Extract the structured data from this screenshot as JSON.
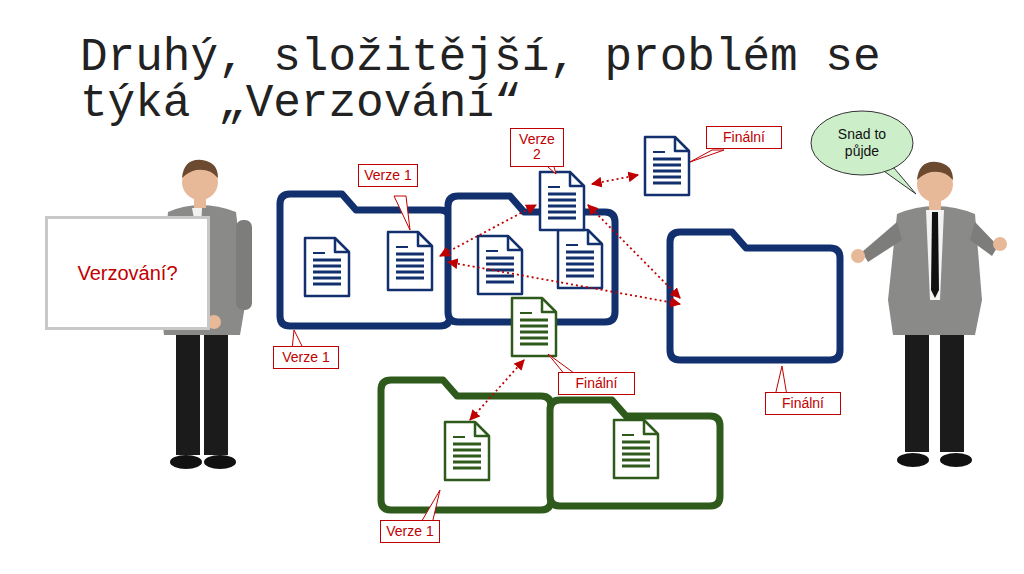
{
  "diagram": {
    "title": "Druhý, složitější, problém se týká „Verzování“",
    "nodes": [
      {
        "text": [
          "Verzování?"
        ]
      },
      {
        "text": [
          "Verze 2"
        ]
      },
      {
        "text": [
          "Finální"
        ]
      },
      {
        "text": [
          "Snad to půjde"
        ]
      },
      {
        "text": [
          "Verze 1"
        ]
      },
      {
        "text": [
          "Verze 1"
        ]
      },
      {
        "text": [
          "Finální"
        ]
      },
      {
        "text": [
          "Finální"
        ]
      },
      {
        "text": [
          "Verze 1"
        ]
      }
    ]
  }
}
